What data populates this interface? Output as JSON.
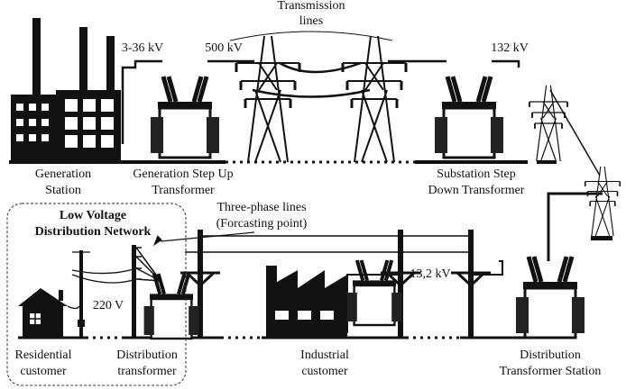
{
  "labels": {
    "transmission_lines": [
      "Transmission",
      "lines"
    ],
    "v_gen": "3-36 kV",
    "v_500": "500 kV",
    "v_132": "132 kV",
    "generation_station": [
      "Generation",
      "Station"
    ],
    "gen_step_up": [
      "Generation Step Up",
      "Transformer"
    ],
    "substation_step_down": [
      "Substation Step",
      "Down Transformer"
    ],
    "lv_network": [
      "Low Voltage",
      "Distribution Network"
    ],
    "three_phase": [
      "Three-phase lines",
      "(Forcasting point)"
    ],
    "v_220": "220 V",
    "v_13_2": "13,2 kV",
    "residential": [
      "Residential",
      "customer"
    ],
    "distribution_transformer": [
      "Distribution",
      "transformer"
    ],
    "industrial": [
      "Industrial",
      "customer"
    ],
    "distribution_station": [
      "Distribution",
      "Transformer Station"
    ]
  },
  "colors": {
    "ink": "#111111",
    "background": "#ffffff"
  }
}
